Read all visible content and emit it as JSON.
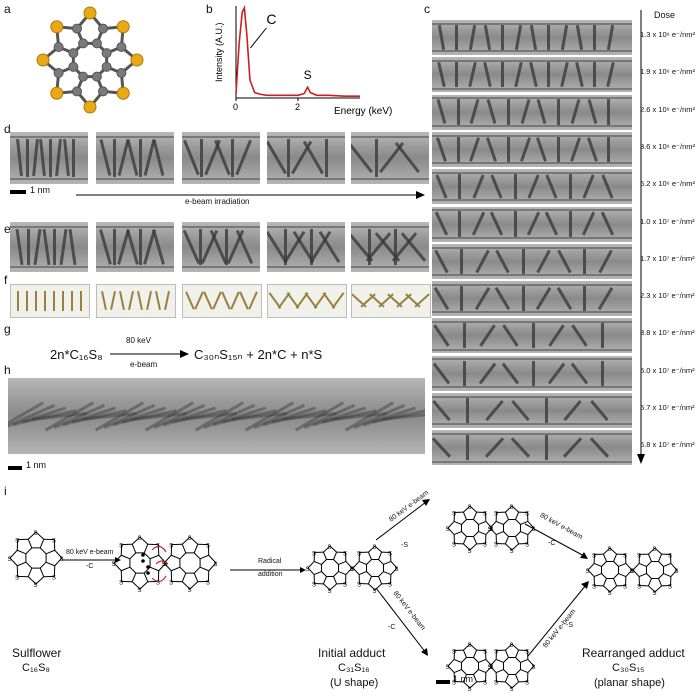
{
  "panels": {
    "a": "a",
    "b": "b",
    "c": "c",
    "d": "d",
    "e": "e",
    "f": "f",
    "g": "g",
    "h": "h",
    "i": "i"
  },
  "chart_data": {
    "type": "line",
    "title": "",
    "xlabel": "Energy (keV)",
    "ylabel": "Intensity (A.U.)",
    "xticks": [
      "0",
      "2"
    ],
    "xlim": [
      0,
      4
    ],
    "peaks": [
      {
        "label": "C",
        "x": 0.27,
        "relative_intensity": 1.0
      },
      {
        "label": "S",
        "x": 2.31,
        "relative_intensity": 0.12
      }
    ],
    "series": [
      {
        "x": [
          0.0,
          0.1,
          0.2,
          0.27,
          0.35,
          0.45,
          0.6,
          0.8,
          1.0,
          1.5,
          2.0,
          2.2,
          2.31,
          2.4,
          2.6,
          3.0,
          3.5,
          4.0
        ],
        "y": [
          0.05,
          0.6,
          0.95,
          1.0,
          0.7,
          0.2,
          0.06,
          0.04,
          0.03,
          0.03,
          0.03,
          0.05,
          0.12,
          0.06,
          0.03,
          0.03,
          0.02,
          0.02
        ]
      }
    ],
    "color": "#cc1f1f"
  },
  "scalebars": {
    "d": "1 nm",
    "h": "1 nm",
    "c": "1 nm"
  },
  "irradiation_label": "e-beam irradiation",
  "dose": {
    "header": "Dose",
    "values": [
      "1.3 x 10⁶ e⁻/nm²",
      "1.9 x 10⁶ e⁻/nm²",
      "2.6 x 10⁶ e⁻/nm²",
      "3.6 x 10⁶ e⁻/nm²",
      "5.2 x 10⁶ e⁻/nm²",
      "1.0 x 10⁷ e⁻/nm²",
      "1.7 x 10⁷ e⁻/nm²",
      "2.3 x 10⁷ e⁻/nm²",
      "3.8 x 10⁷ e⁻/nm²",
      "5.0 x 10⁷ e⁻/nm²",
      "5.7 x 10⁷ e⁻/nm²",
      "6.8 x 10⁷ e⁻/nm²"
    ]
  },
  "reaction_g": {
    "left": "2n*C₁₆S₈",
    "above_arrow": "80 keV",
    "below_arrow": "e-beam",
    "right": "C₃₀ₙS₁₅ₙ + 2n*C + n*S"
  },
  "scheme_i": {
    "sulflower_name": "Sulflower",
    "sulflower_formula": "C₁₆S₈",
    "step1_above": "80 keV e-beam",
    "step1_below": "-C",
    "step2_above": "Radical",
    "step2_below": "addition",
    "initial_name": "Initial adduct",
    "initial_formula": "C₃₁S₁₆",
    "initial_shape": "(U shape)",
    "up_arrow1_label": "80 keV e-beam",
    "up_arrow1_loss": "-S",
    "up_arrow2_label": "80 keV e-beam",
    "up_arrow2_loss": "-C",
    "down_arrow1_label": "80 keV e-beam",
    "down_arrow1_loss": "-C",
    "down_arrow2_label": "80 keV e-beam",
    "down_arrow2_loss": "-S",
    "final_name": "Rearranged adduct",
    "final_formula": "C₃₀S₁₅",
    "final_shape": "(planar shape)"
  },
  "atom_label": "S"
}
